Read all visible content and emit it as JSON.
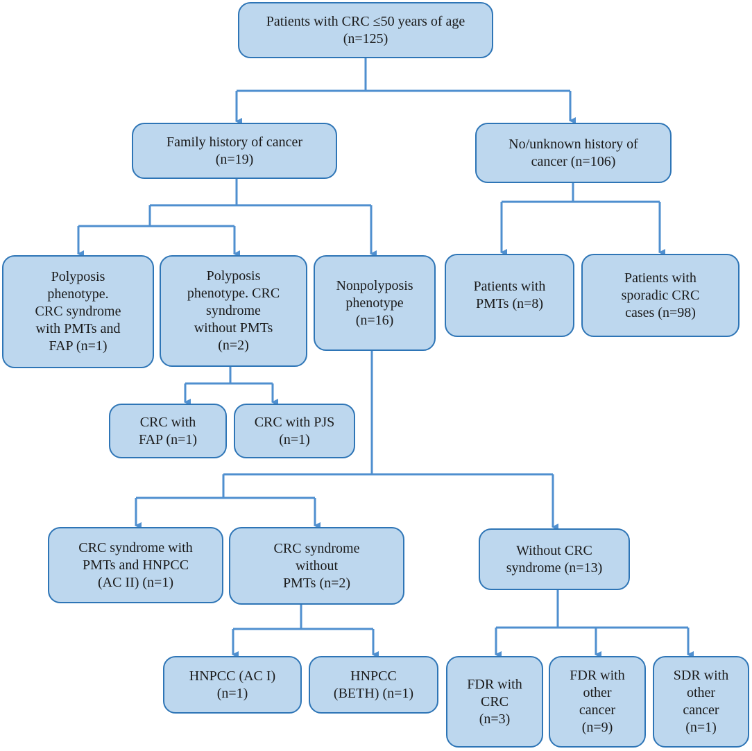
{
  "nodes": {
    "root": "Patients with CRC ≤50 years of age\n(n=125)",
    "family_history": "Family history of cancer\n(n=19)",
    "no_history": "No/unknown history of\ncancer (n=106)",
    "polyposis_pmt_fap": "Polyposis\nphenotype.\nCRC syndrome\nwith PMTs and\nFAP (n=1)",
    "polyposis_no_pmt": "Polyposis\nphenotype. CRC\nsyndrome\nwithout PMTs\n(n=2)",
    "nonpolyposis": "Nonpolyposis\nphenotype\n(n=16)",
    "patients_pmts": "Patients with\nPMTs (n=8)",
    "sporadic": "Patients with\nsporadic CRC\ncases (n=98)",
    "crc_fap": "CRC with\nFAP (n=1)",
    "crc_pjs": "CRC with PJS\n(n=1)",
    "pmts_hnpcc": "CRC syndrome with\nPMTs and HNPCC\n(AC II) (n=1)",
    "syndrome_no_pmts": "CRC syndrome\nwithout\nPMTs (n=2)",
    "without_syndrome": "Without CRC\nsyndrome (n=13)",
    "hnpcc_ac1": "HNPCC (AC I)\n(n=1)",
    "hnpcc_beth": "HNPCC\n(BETH) (n=1)",
    "fdr_crc": "FDR with\nCRC\n(n=3)",
    "fdr_other": "FDR with\nother\ncancer\n(n=9)",
    "sdr_other": "SDR with\nother\ncancer\n(n=1)"
  },
  "style": {
    "node_fill": "#bdd7ee",
    "node_border": "#2e75b6",
    "connector": "#4f8fcf"
  }
}
